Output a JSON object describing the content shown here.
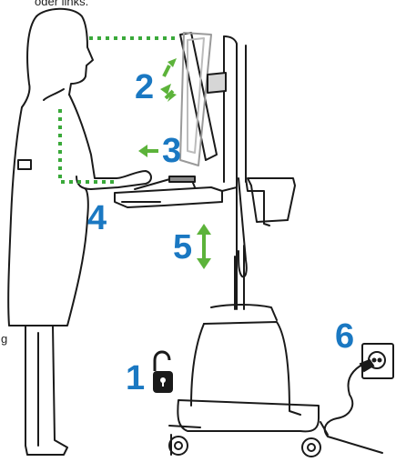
{
  "top_text": "oder links.",
  "side_text": "g",
  "colors": {
    "number": "#1a78c2",
    "arrow": "#5cb33a",
    "outline": "#1a1a1a",
    "dotted_guide": "#3aa93a"
  },
  "steps": [
    {
      "label": "1",
      "icon": "unlocked-padlock-icon"
    },
    {
      "label": "2",
      "icon": "tilt-arrows-icon"
    },
    {
      "label": "3",
      "icon": "left-arrow-icon"
    },
    {
      "label": "4",
      "icon": ""
    },
    {
      "label": "5",
      "icon": "vertical-double-arrow-icon"
    },
    {
      "label": "6",
      "icon": "power-outlet-icon"
    }
  ]
}
